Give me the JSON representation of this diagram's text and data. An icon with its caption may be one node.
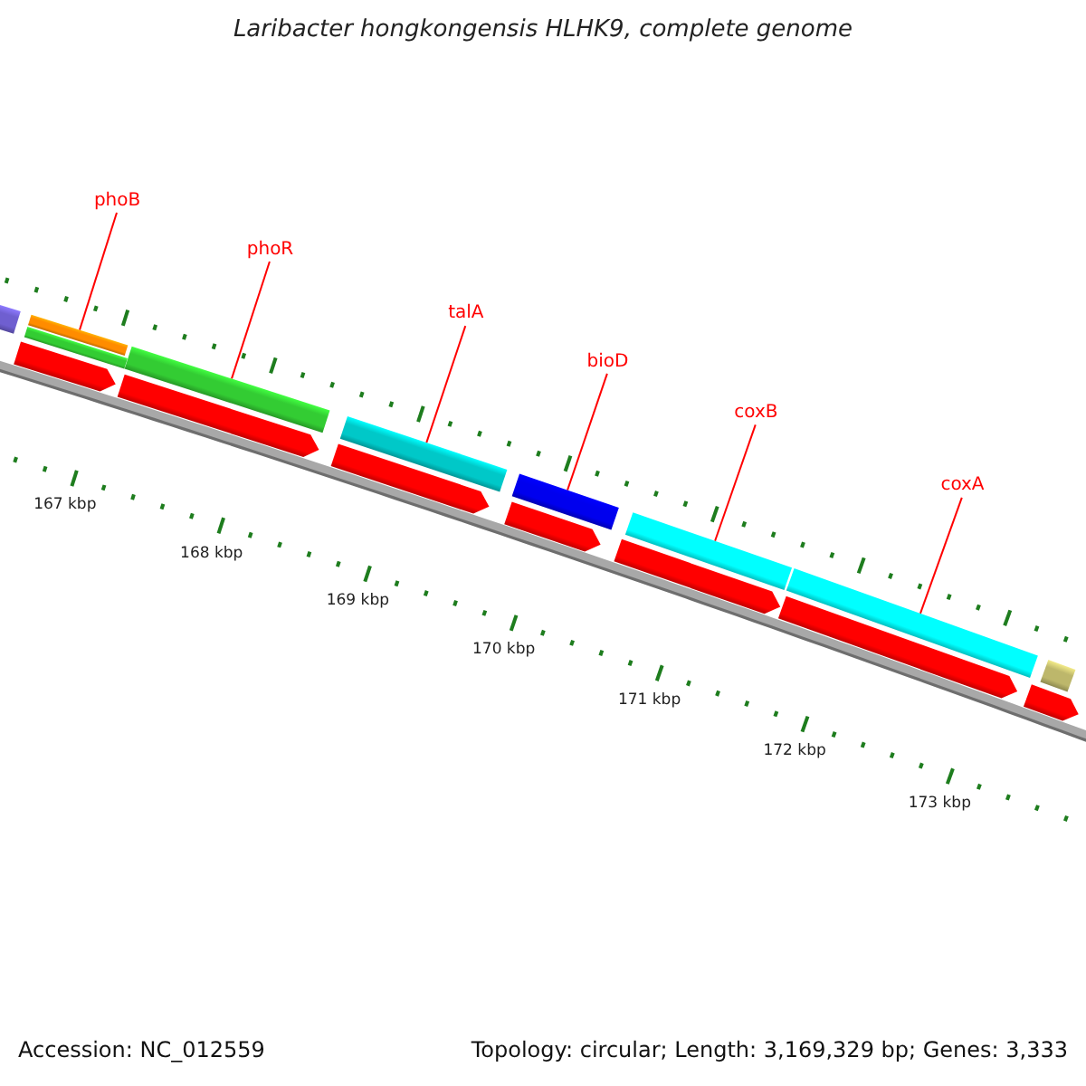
{
  "diagram": {
    "title": "Laribacter hongkongensis HLHK9, complete genome",
    "nodes": [
      {
        "text": [
          "phoB"
        ]
      },
      {
        "text": [
          "phoR"
        ]
      },
      {
        "text": [
          "talA"
        ]
      },
      {
        "text": [
          "bioD"
        ]
      },
      {
        "text": [
          "coxB"
        ]
      },
      {
        "text": [
          "coxA"
        ]
      },
      {
        "text": [],
        "shape": "bar"
      },
      {
        "text": [],
        "shape": "bar"
      },
      {
        "text": [],
        "shape": "bar"
      },
      {
        "text": [],
        "shape": "bar"
      },
      {
        "text": [],
        "shape": "bar"
      },
      {
        "text": [],
        "shape": "bar"
      },
      {
        "text": [],
        "shape": "bar"
      },
      {
        "text": [],
        "shape": "bar"
      },
      {
        "text": [],
        "shape": "bar"
      },
      {
        "text": [],
        "shape": "arrow"
      },
      {
        "text": [],
        "shape": "arrow"
      },
      {
        "text": [],
        "shape": "arrow"
      },
      {
        "text": [],
        "shape": "arrow"
      },
      {
        "text": [],
        "shape": "arrow"
      },
      {
        "text": [],
        "shape": "arrow"
      },
      {
        "text": [],
        "shape": "arrow"
      }
    ],
    "edges": [
      {
        "from": 0,
        "to": 7,
        "arrow": "none"
      },
      {
        "from": 1,
        "to": 9,
        "arrow": "none"
      },
      {
        "from": 2,
        "to": 10,
        "arrow": "none"
      },
      {
        "from": 3,
        "to": 11,
        "arrow": "none"
      },
      {
        "from": 4,
        "to": 12,
        "arrow": "none"
      },
      {
        "from": 5,
        "to": 13,
        "arrow": "none"
      }
    ],
    "labels": [
      "167 kbp",
      "168 kbp",
      "169 kbp",
      "170 kbp",
      "171 kbp",
      "172 kbp",
      "173 kbp",
      "Accession: NC_012559",
      "Topology: circular; Length: 3,169,329 bp; Genes: 3,333"
    ]
  }
}
